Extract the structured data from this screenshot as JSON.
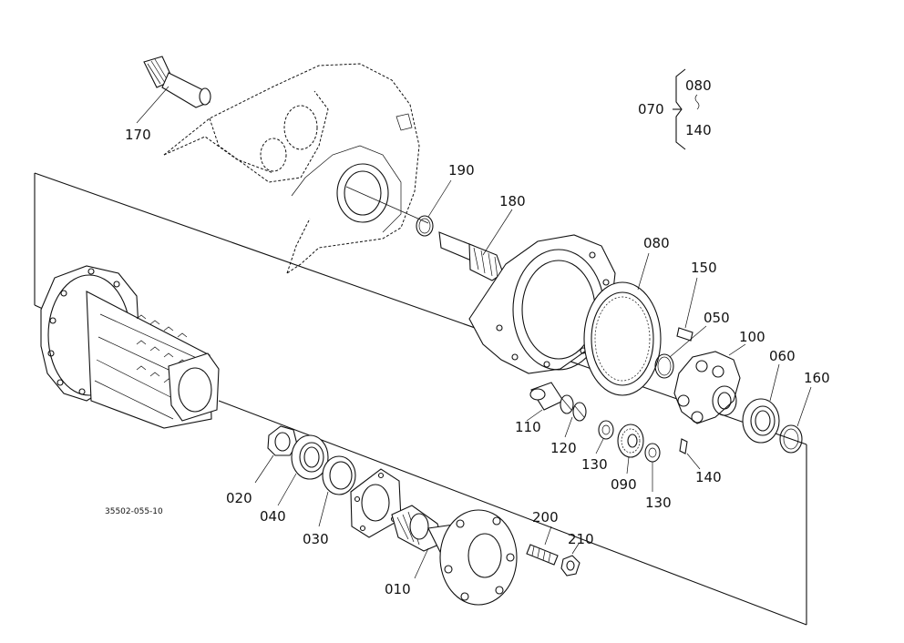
{
  "drawing_number": "35502-055-10",
  "group_bracket": {
    "label": "070",
    "from": "080",
    "to": "140"
  },
  "part_labels": {
    "p170": "170",
    "p190": "190",
    "p180": "180",
    "p080": "080",
    "p150": "150",
    "p050": "050",
    "p100": "100",
    "p060": "060",
    "p160": "160",
    "p110": "110",
    "p120": "120",
    "p130a": "130",
    "p090": "090",
    "p130b": "130",
    "p140": "140",
    "p020": "020",
    "p040": "040",
    "p030": "030",
    "p200": "200",
    "p210": "210",
    "p010": "010"
  }
}
